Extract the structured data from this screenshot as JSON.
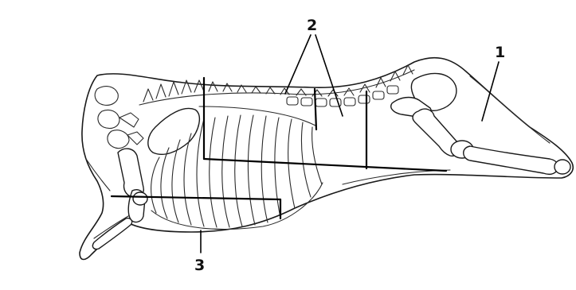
{
  "diagram": {
    "labels": {
      "label_1": "1",
      "label_2": "2",
      "label_3": "3"
    },
    "colors": {
      "ink": "#1a1a1a",
      "background": "#ffffff"
    }
  }
}
